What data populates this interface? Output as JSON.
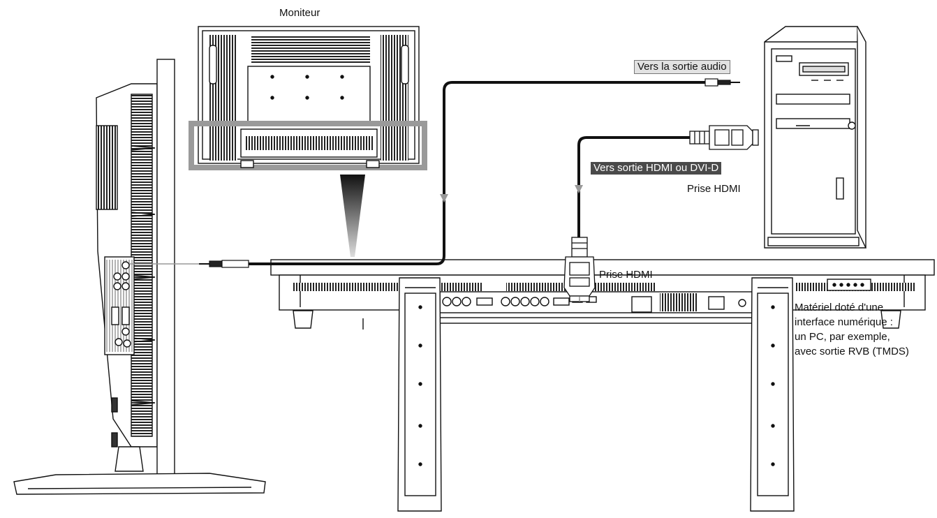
{
  "labels": {
    "monitor": "Moniteur",
    "audio_out": "Vers la sortie audio",
    "hdmi_dvi_out": "Vers sortie HDMI ou DVI-D",
    "hdmi_plug_pc": "Prise HDMI",
    "hdmi_plug_panel": "Prise HDMI",
    "equipment_line1": "Matériel doté d'une",
    "equipment_line2": "interface numérique :",
    "equipment_line3": "un PC, par exemple,",
    "equipment_line4": "avec sortie RVB (TMDS)"
  },
  "colors": {
    "line": "#111111",
    "cable": "#111111",
    "cable_gray": "#999999",
    "highlight_frame": "#9a9a9a",
    "dark_label_bg": "#4a4a4a",
    "light_label_bg": "#e2e2e2"
  }
}
